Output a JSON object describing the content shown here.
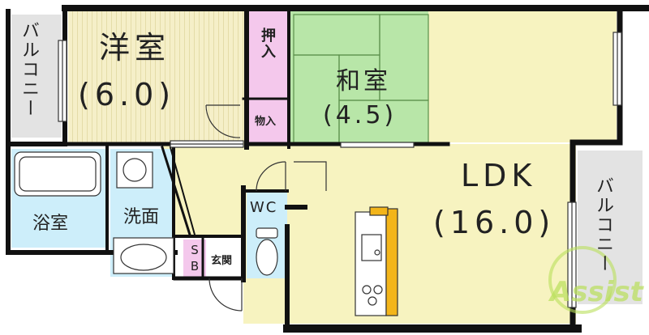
{
  "rooms": {
    "western_room": {
      "name": "洋室",
      "size": "(6.0)"
    },
    "japanese_room": {
      "name": "和室",
      "size": "(4.5)"
    },
    "ldk": {
      "name": "LDK",
      "size": "(16.0)"
    },
    "oshiire": "押入",
    "storage": "物入",
    "bath": "浴室",
    "washroom": "洗面",
    "wc": "WC",
    "shoe_box": "SB",
    "entrance": "玄関",
    "balcony_left": "バルコニー",
    "balcony_right": "バルコニー"
  },
  "watermark": "Assist",
  "colors": {
    "western_floor": "#f5efc8",
    "tatami": "#b8e6a8",
    "ldk_floor": "#f7f3c0",
    "wet_area": "#cdeefa",
    "closet": "#f4c8ec",
    "balcony": "#e3e3e3",
    "wall": "#111111",
    "kitchen_accent": "#f3b51a",
    "watermark": "#b9e05a"
  }
}
